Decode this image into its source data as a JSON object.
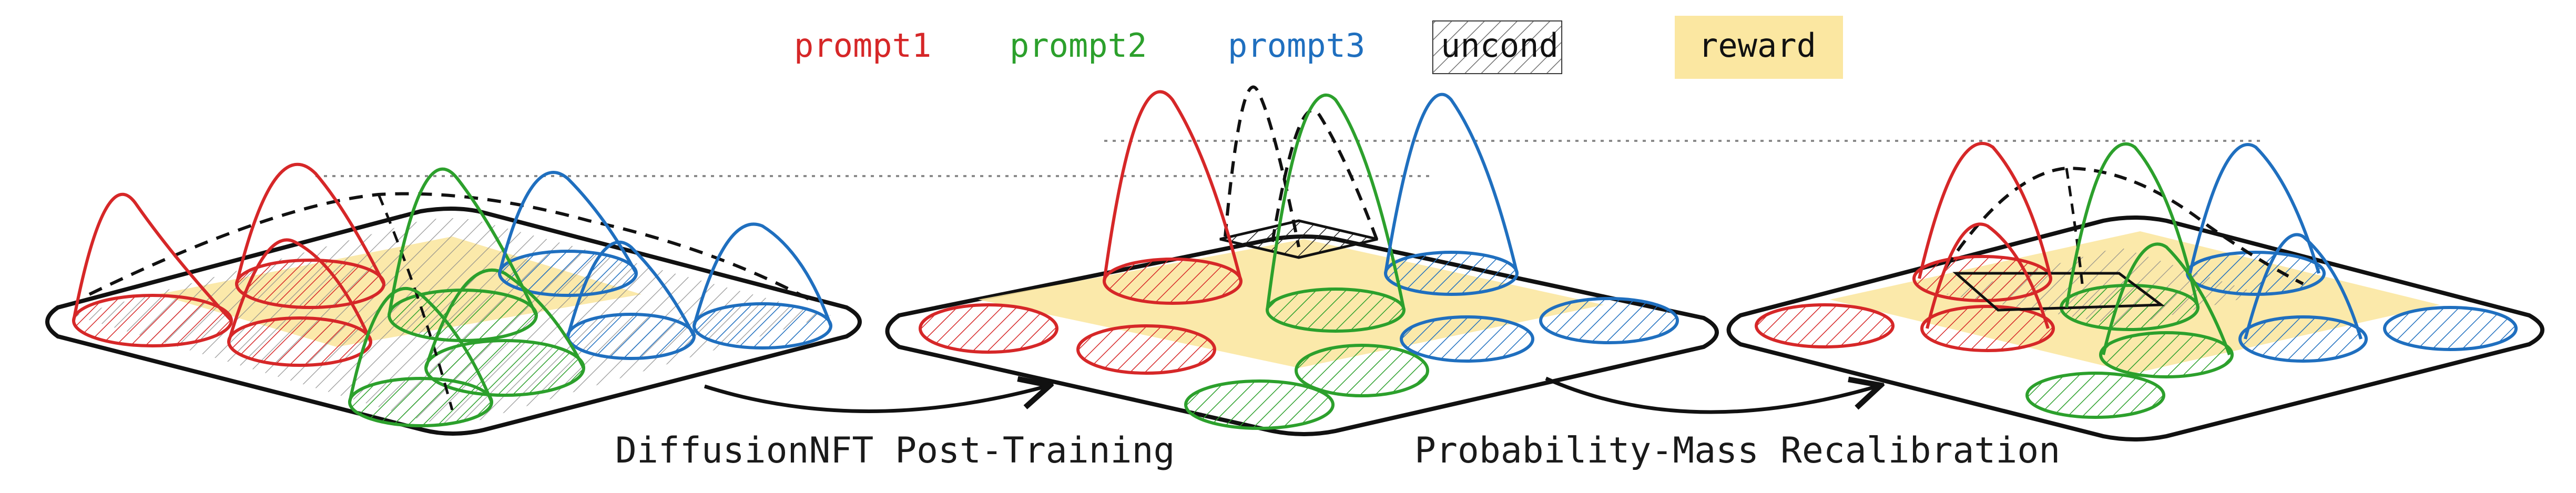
{
  "legend": {
    "prompt1": "prompt1",
    "prompt2": "prompt2",
    "prompt3": "prompt3",
    "uncond": "uncond",
    "reward": "reward"
  },
  "captions": {
    "step1": "DiffusionNFT Post-Training",
    "step2": "Probability-Mass Recalibration"
  },
  "colors": {
    "prompt1": "#d62728",
    "prompt2": "#2ca02c",
    "prompt3": "#1f6fbf",
    "uncond": "#111111",
    "reward": "#fbe7a1",
    "guide": "#888888"
  }
}
